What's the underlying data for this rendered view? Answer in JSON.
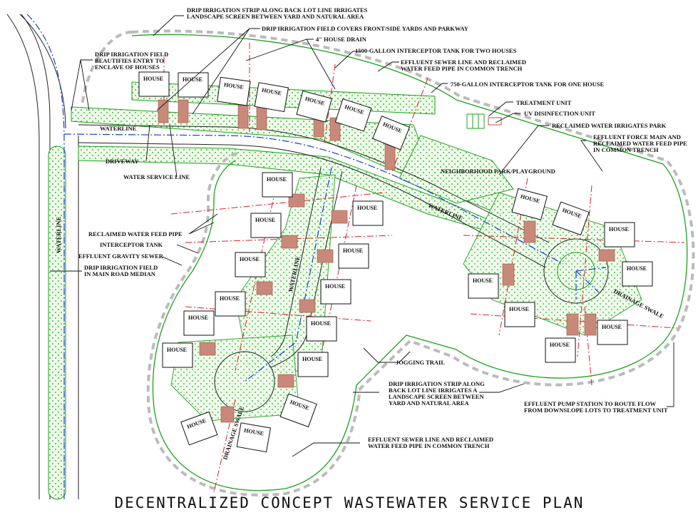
{
  "title": "DECENTRALIZED CONCEPT WASTEWATER SERVICE PLAN",
  "house_label": "HOUSE",
  "street_labels": {
    "waterline": "WATERLINE",
    "drainage_swale": "DRAINAGE SWALE",
    "park": "NEIGHBORHOOD PARK/PLAYGROUND"
  },
  "callouts": {
    "drip_strip_top": [
      "DRIP IRRIGATION STRIP ALONG BACK LOT LINE IRRIGATES",
      "LANDSCAPE SCREEN BETWEEN YARD AND NATURAL AREA"
    ],
    "drip_field_front": "DRIP IRRIGATION FIELD COVERS FRONT/SIDE YARDS AND PARKWAY",
    "house_drain": "4\" HOUSE DRAIN",
    "tank_1500": "1500-GALLON INTERCEPTOR TANK FOR TWO HOUSES",
    "effluent_sewer_top": [
      "EFFLUENT SEWER LINE AND RECLAIMED",
      "WATER FEED PIPE IN COMMON TRENCH"
    ],
    "tank_750": "750-GALLON INTERCEPTOR TANK FOR ONE HOUSE",
    "treatment_unit": "TREATMENT UNIT",
    "uv_unit": "UV DISINFECTION UNIT",
    "reclaimed_park": "RECLAIMED WATER IRRIGATES PARK",
    "force_main": [
      "EFFLUENT FORCE MAIN AND",
      "RECLAIMED WATER FEED PIPE",
      "IN COMMON TRENCH"
    ],
    "entry_field": [
      "DRIP IRRIGATION FIELD",
      "BEAUTIFIES ENTRY TO",
      "ENCLAVE OF HOUSES"
    ],
    "driveway": "DRIVEWAY",
    "water_service": "WATER SERVICE LINE",
    "reclaimed_feed": "RECLAIMED WATER FEED PIPE",
    "interceptor_tank": "INTERCEPTOR TANK",
    "gravity_sewer": "EFFLUENT GRAVITY SEWER",
    "median_field": [
      "DRIP IRRIGATION FIELD",
      "IN MAIN ROAD MEDIAN"
    ],
    "jogging_trail": "JOGGING TRAIL",
    "drip_strip_bottom": [
      "DRIP IRRIGATION STRIP ALONG",
      "BACK LOT LINE IRRIGATES A",
      "LANDSCAPE SCREEN BETWEEN",
      "YARD AND NATURAL AREA"
    ],
    "pump_station": [
      "EFFLUENT PUMP STATION TO ROUTE FLOW",
      "FROM DOWNSLOPE LOTS TO TREATMENT UNIT"
    ],
    "effluent_sewer_bottom": [
      "EFFLUENT SEWER LINE AND RECLAIMED",
      "WATER FEED PIPE IN COMMON TRENCH"
    ]
  }
}
